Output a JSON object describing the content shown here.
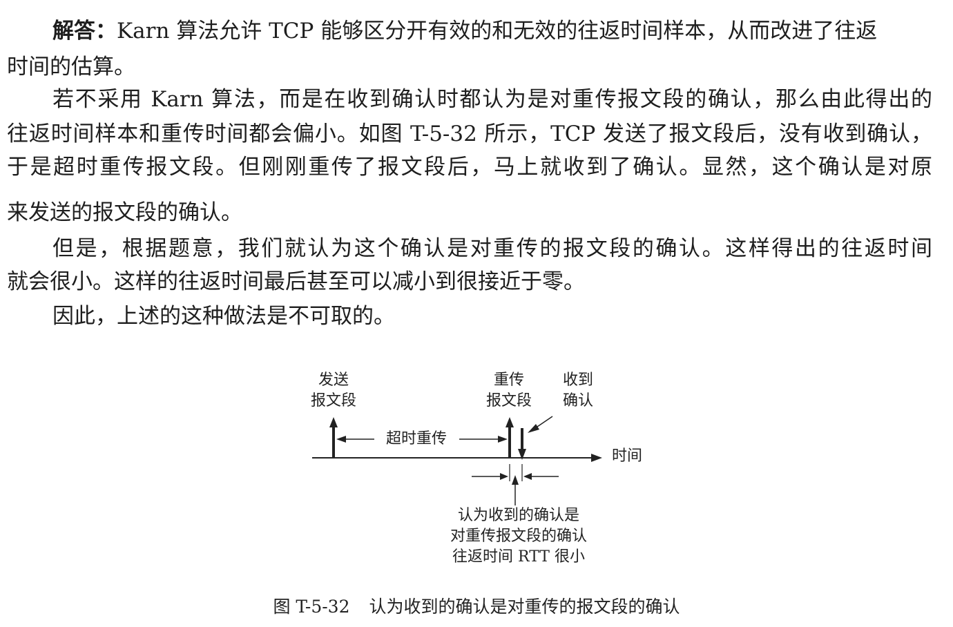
{
  "answer": {
    "lead": "解答：",
    "p1_line1_rest": "Karn 算法允许 TCP 能够区分开有效的和无效的往返时间样本，从而改进了往返",
    "p1_line2": "时间的估算。",
    "p2_line1": "若不采用 Karn 算法，而是在收到确认时都认为是对重传报文段的确认，那么由此得出的",
    "p2_line2": "往返时间样本和重传时间都会偏小。如图 T-5-32 所示，TCP 发送了报文段后，没有收到确认，",
    "p2_line3": "于是超时重传报文段。但刚刚重传了报文段后，马上就收到了确认。显然，这个确认是对原",
    "p2_line4": "来发送的报文段的确认。",
    "p3_line1": "但是，根据题意，我们就认为这个确认是对重传的报文段的确认。这样得出的往返时间",
    "p3_line2": "就会很小。这样的往返时间最后甚至可以减小到很接近于零。",
    "p4_line1": "因此，上述的这种做法是不可取的。"
  },
  "figure": {
    "send_label_1": "发送",
    "send_label_2": "报文段",
    "timeout_label": "超时重传",
    "resend_label_1": "重传",
    "resend_label_2": "报文段",
    "ack_label_1": "收到",
    "ack_label_2": "确认",
    "time_label": "时间",
    "note_line1": "认为收到的确认是",
    "note_line2": "对重传报文段的确认",
    "note_line3": "往返时间 RTT 很小",
    "caption_number": "图 T-5-32",
    "caption_text": "认为收到的确认是对重传的报文段的确认"
  }
}
